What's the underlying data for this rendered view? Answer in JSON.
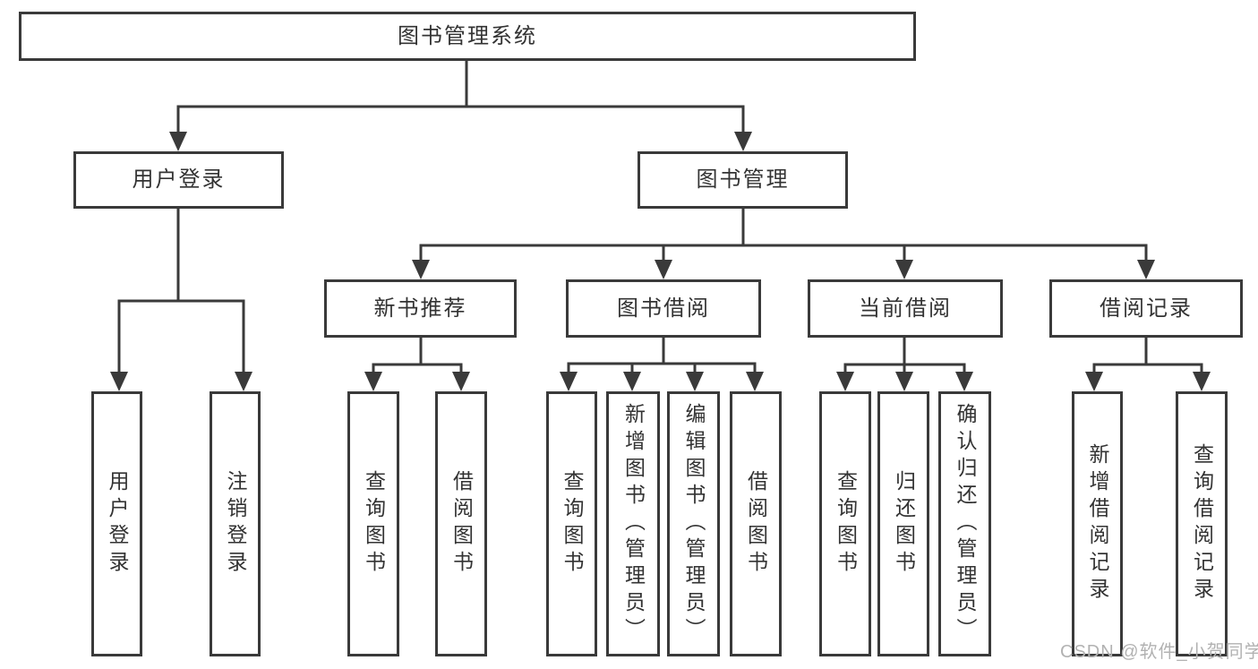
{
  "colors": {
    "line": "#3a3a3a",
    "text": "#333333",
    "watermark": "#b2b2b2",
    "background": "#ffffff"
  },
  "nodes": {
    "root": "图书管理系统",
    "user_login": "用户登录",
    "book_mgmt": "图书管理",
    "new_books": "新书推荐",
    "book_borrow": "图书借阅",
    "current_borrow": "当前借阅",
    "borrow_records": "借阅记录",
    "ul_login": "用户登录",
    "ul_logout": "注销登录",
    "nb_query": "查询图书",
    "nb_borrow": "借阅图书",
    "bb_query": "查询图书",
    "bb_add": "新增图书（管理员）",
    "bb_edit": "编辑图书（管理员）",
    "bb_borrow": "借阅图书",
    "cb_query": "查询图书",
    "cb_return": "归还图书",
    "cb_confirm": "确认归还（管理员）",
    "br_add": "新增借阅记录",
    "br_query": "查询借阅记录"
  },
  "watermark": "CSDN @软件_小贺同学"
}
